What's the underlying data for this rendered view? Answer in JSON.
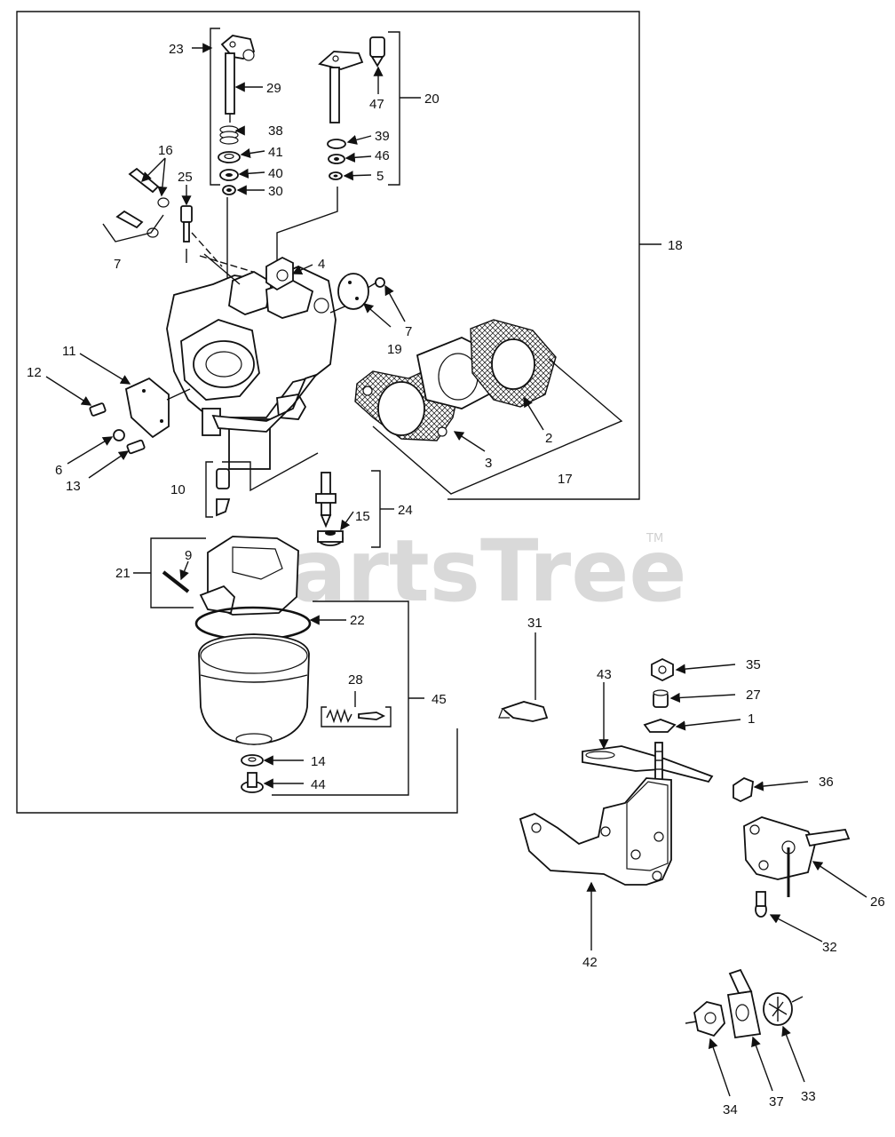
{
  "watermark": {
    "text": "PartsTree",
    "trademark": "TM"
  },
  "callouts": {
    "c1": "1",
    "c2": "2",
    "c3": "3",
    "c4": "4",
    "c5": "5",
    "c6": "6",
    "c7a": "7",
    "c7b": "7",
    "c9": "9",
    "c10": "10",
    "c11": "11",
    "c12": "12",
    "c13": "13",
    "c14": "14",
    "c15": "15",
    "c16": "16",
    "c17": "17",
    "c18": "18",
    "c19": "19",
    "c20": "20",
    "c21": "21",
    "c22": "22",
    "c23": "23",
    "c24": "24",
    "c25": "25",
    "c26": "26",
    "c27": "27",
    "c28": "28",
    "c29": "29",
    "c30": "30",
    "c31": "31",
    "c32": "32",
    "c33": "33",
    "c34": "34",
    "c35": "35",
    "c36": "36",
    "c37": "37",
    "c38": "38",
    "c39": "39",
    "c40": "40",
    "c41": "41",
    "c42": "42",
    "c43": "43",
    "c44": "44",
    "c45": "45",
    "c46": "46",
    "c47": "47"
  }
}
